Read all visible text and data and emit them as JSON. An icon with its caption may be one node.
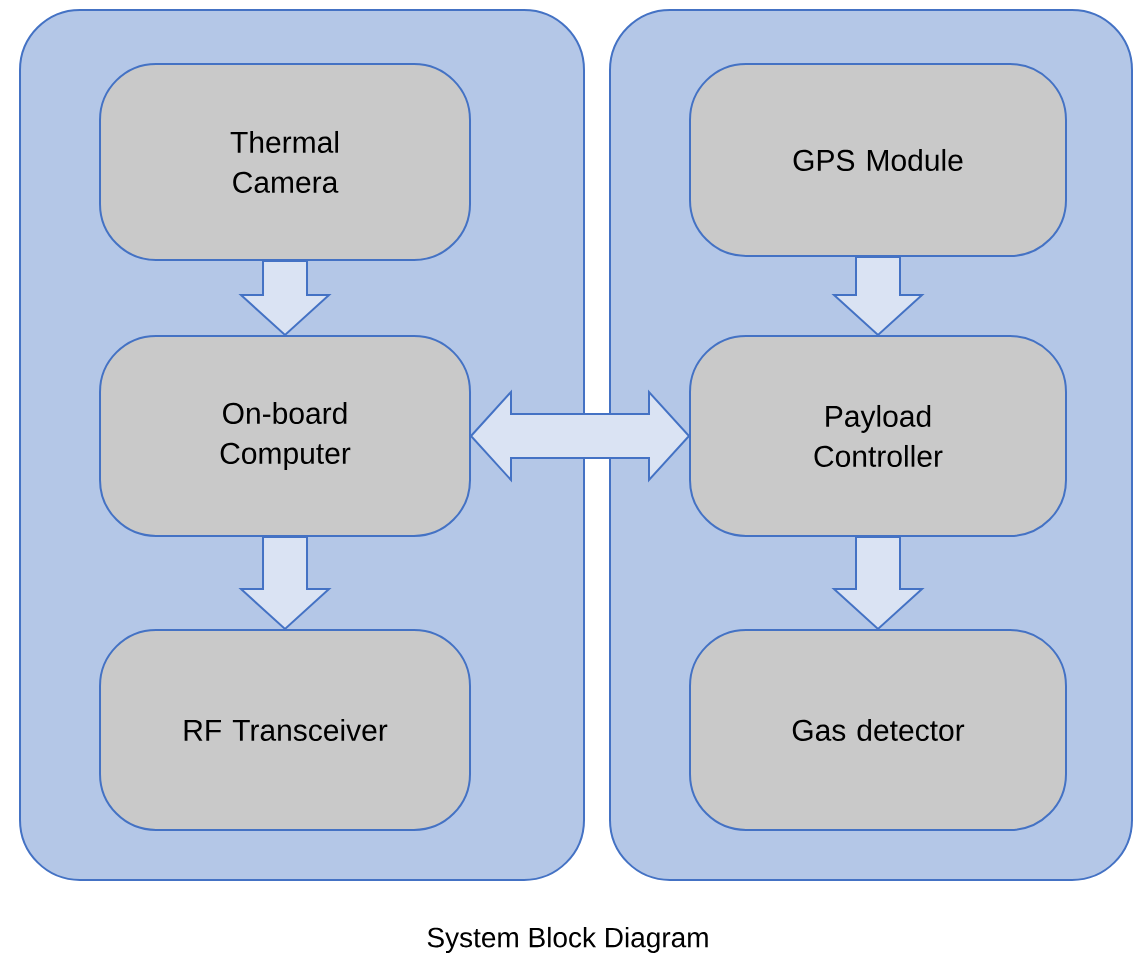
{
  "diagram": {
    "caption": "System Block Diagram",
    "nodes": [
      {
        "text": [],
        "shape": "box"
      },
      {
        "text": [
          "Thermal Camera"
        ],
        "in": 0
      },
      {
        "text": [
          "On-board Computer"
        ],
        "in": 0
      },
      {
        "text": [
          "RF Transceiver"
        ],
        "in": 0
      },
      {
        "text": [],
        "shape": "box"
      },
      {
        "text": [
          "GPS Module"
        ],
        "in": 4
      },
      {
        "text": [
          "Payload Controller"
        ],
        "in": 4
      },
      {
        "text": [
          "Gas detector"
        ],
        "in": 4
      }
    ],
    "edges": [
      {
        "from": 1,
        "to": 2,
        "arrow": "to"
      },
      {
        "from": 2,
        "to": 3,
        "arrow": "to"
      },
      {
        "from": 2,
        "to": 6,
        "arrow": "both"
      },
      {
        "from": 5,
        "to": 6,
        "arrow": "to"
      },
      {
        "from": 6,
        "to": 7,
        "arrow": "to"
      }
    ]
  }
}
